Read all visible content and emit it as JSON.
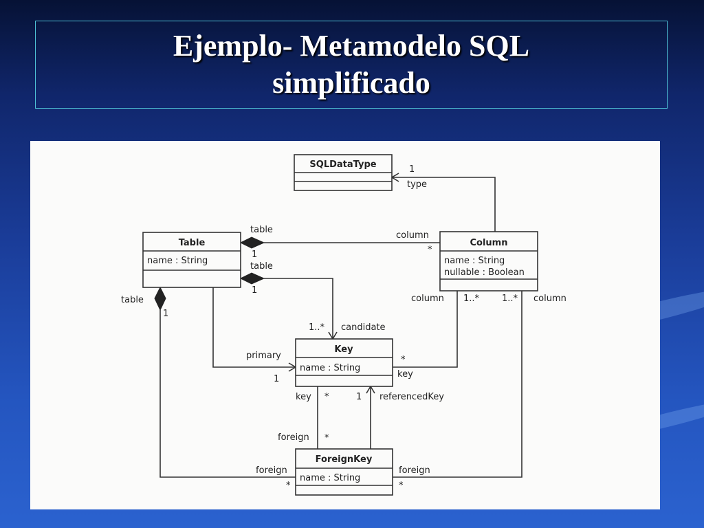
{
  "slide": {
    "title_line1": "Ejemplo- Metamodelo SQL",
    "title_line2": "simplificado"
  },
  "diagram": {
    "classes": {
      "sqldatatype": {
        "name": "SQLDataType"
      },
      "table": {
        "name": "Table",
        "attr1": "name : String"
      },
      "column": {
        "name": "Column",
        "attr1": "name : String",
        "attr2": "nullable : Boolean"
      },
      "key": {
        "name": "Key",
        "attr1": "name : String"
      },
      "foreignkey": {
        "name": "ForeignKey",
        "attr1": "name : String"
      }
    },
    "labels": {
      "type_mult": "1",
      "type_role": "type",
      "table_col_role": "table",
      "table_col_mult": "1",
      "column_role": "column",
      "column_mult": "*",
      "table_key_role": "table",
      "table_key_mult": "1",
      "candidate_mult": "1..*",
      "candidate_role": "candidate",
      "table_fk_role": "table",
      "table_fk_mult": "1",
      "primary_role": "primary",
      "primary_mult": "1",
      "col_key_role": "column",
      "col_key_mult": "1..*",
      "key_mult": "*",
      "key_role": "key",
      "col_fk_mult": "1..*",
      "col_fk_role": "column",
      "fk_key_role": "key",
      "fk_key_mult": "*",
      "refkey_mult": "1",
      "refkey_role": "referencedKey",
      "foreign_role_top": "foreign",
      "foreign_mult_top": "*",
      "foreign_role_left": "foreign",
      "foreign_mult_left": "*",
      "foreign_role_right": "foreign",
      "foreign_mult_right": "*"
    }
  }
}
